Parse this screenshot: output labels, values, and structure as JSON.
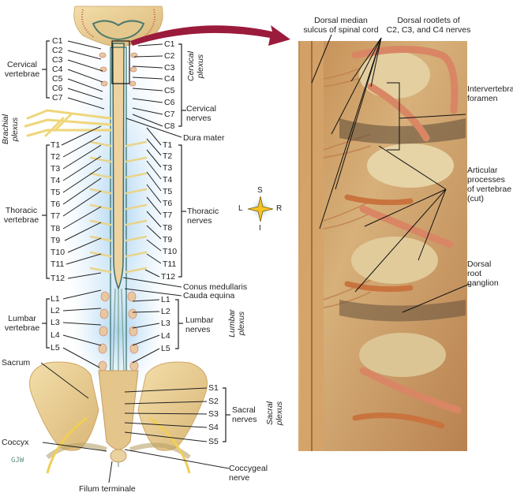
{
  "left_labels": {
    "cervical_vertebrae": [
      "C1",
      "C2",
      "C3",
      "C4",
      "C5",
      "C6",
      "C7"
    ],
    "cervical_vertebrae_group": "Cervical\nvertebrae",
    "brachial_plexus": "Brachial\nplexus",
    "thoracic_vertebrae": [
      "T1",
      "T2",
      "T3",
      "T4",
      "T5",
      "T6",
      "T7",
      "T8",
      "T9",
      "T10",
      "T11",
      "T12"
    ],
    "thoracic_vertebrae_group": "Thoracic\nvertebrae",
    "lumbar_vertebrae": [
      "L1",
      "L2",
      "L3",
      "L4",
      "L5"
    ],
    "lumbar_vertebrae_group": "Lumbar\nvertebrae",
    "sacrum": "Sacrum",
    "coccyx": "Coccyx",
    "artist_initials": "GJW",
    "filum_terminale": "Filum terminale"
  },
  "right_labels": {
    "cervical_nerves": [
      "C1",
      "C2",
      "C3",
      "C4",
      "C5",
      "C6",
      "C7",
      "C8"
    ],
    "cervical_plexus": "Cervical\nplexus",
    "cervical_nerves_group": "Cervical\nnerves",
    "dura_mater": "Dura mater",
    "thoracic_nerves": [
      "T1",
      "T2",
      "T3",
      "T4",
      "T5",
      "T6",
      "T7",
      "T8",
      "T9",
      "T10",
      "T11",
      "T12"
    ],
    "thoracic_nerves_group": "Thoracic\nnerves",
    "conus_medullaris": "Conus medullaris",
    "cauda_equina": "Cauda equina",
    "lumbar_nerves": [
      "L1",
      "L2",
      "L3",
      "L4",
      "L5"
    ],
    "lumbar_nerves_group": "Lumbar\nnerves",
    "lumbar_plexus": "Lumbar\nplexus",
    "sacral_nerves": [
      "S1",
      "S2",
      "S3",
      "S4",
      "S5"
    ],
    "sacral_nerves_group": "Sacral\nnerves",
    "sacral_plexus": "Sacral\nplexus",
    "coccygeal_nerve": "Coccygeal\nnerve"
  },
  "compass": {
    "superior": "S",
    "inferior": "I",
    "left": "L",
    "right": "R"
  },
  "photo_labels": {
    "dorsal_median_sulcus": "Dorsal median\nsulcus of spinal cord",
    "dorsal_rootlets": "Dorsal rootlets of\nC2, C3, and C4 nerves",
    "intervertebral_foramen": "Intervertebral\nforamen",
    "articular_processes": "Articular\nprocesses\nof vertebrae\n(cut)",
    "dorsal_root_ganglion": "Dorsal\nroot\nganglion"
  },
  "colors": {
    "bone": "#e9cf96",
    "cord": "#f0d9a8",
    "nerve": "#f3df8a",
    "csf_blue": "#bcdcf2",
    "arrow": "#9b1b3c",
    "photo_base": "#c9975e"
  }
}
